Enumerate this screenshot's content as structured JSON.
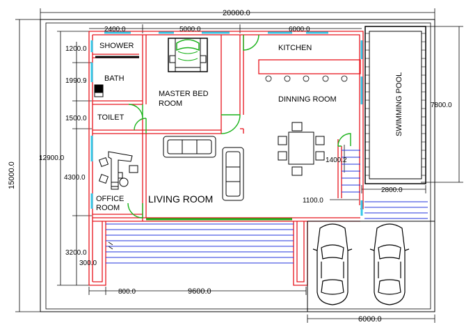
{
  "rooms": {
    "shower": "SHOWER",
    "bath": "BATH",
    "toilet": "TOILET",
    "office_line1": "OFFICE",
    "office_line2": "ROOM",
    "master_line1": "MASTER BED",
    "master_line2": "ROOM",
    "kitchen": "KITCHEN",
    "dining": "DINNING ROOM",
    "living": "LIVING ROOM",
    "pool": "SWIMMING POOL"
  },
  "dimensions": {
    "overall_width": "20000.0",
    "overall_depth": "15000.0",
    "d_2400": "2400.0",
    "d_5000": "5000.0",
    "d_6000_top": "6000.0",
    "d_1200": "1200.0",
    "d_1990": "1990.9",
    "d_1500": "1500.0",
    "d_12900": "12900.0",
    "d_4300": "4300.0",
    "d_3200": "3200.0",
    "d_300": "300.0",
    "d_800": "800.0",
    "d_9600": "9600.0",
    "d_7800": "7800.0",
    "d_2800": "2800.0",
    "d_1100": "1100.0",
    "d_1402": "1400.2",
    "d_6000_bottom": "6000.0"
  },
  "colors": {
    "wall": "#e8141c",
    "window": "#33c8e8",
    "door": "#19b219",
    "stair": "#2233dd",
    "line": "#000000"
  }
}
